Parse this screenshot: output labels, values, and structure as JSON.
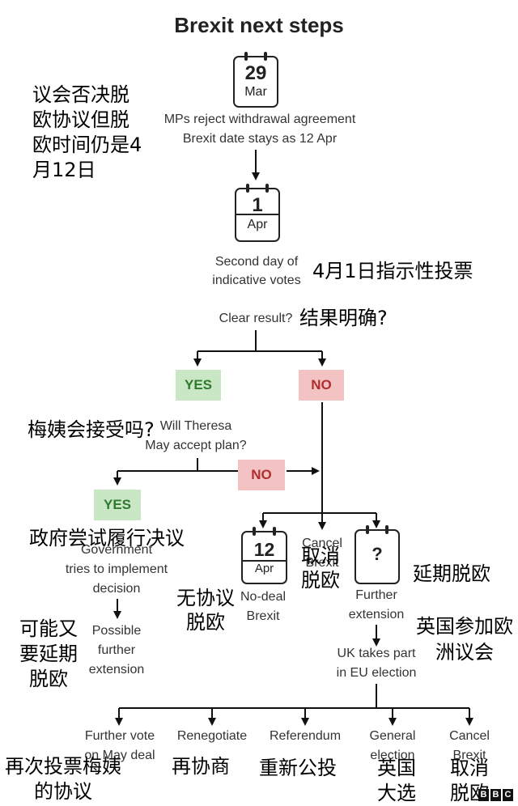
{
  "title": "Brexit next steps",
  "cal_mar29": {
    "day": "29",
    "month": "Mar"
  },
  "cal_apr1": {
    "day": "1",
    "month": "Apr"
  },
  "cal_apr12": {
    "day": "12",
    "month": "Apr"
  },
  "cal_unknown": {
    "day": "?"
  },
  "mar29_line1": "MPs reject withdrawal agreement",
  "mar29_line2": "Brexit date stays as 12 Apr",
  "apr1_line1": "Second day of",
  "apr1_line2": "indicative votes",
  "clear_result": "Clear result?",
  "yes1": "YES",
  "no1": "NO",
  "theresa_line1": "Will Theresa",
  "theresa_line2": "May accept plan?",
  "no2": "NO",
  "yes2": "YES",
  "gov_line1": "Government",
  "gov_line2": "tries to implement",
  "gov_line3": "decision",
  "possible_line1": "Possible",
  "possible_line2": "further",
  "possible_line3": "extension",
  "cancel_line1": "Cancel",
  "cancel_line2": "Brexit",
  "nodeal_line1": "No-deal",
  "nodeal_line2": "Brexit",
  "further_line1": "Further",
  "further_line2": "extension",
  "uk_line1": "UK takes part",
  "uk_line2": "in EU election",
  "bottom_options": [
    {
      "line1": "Further vote",
      "line2": "on May deal"
    },
    {
      "line1": "Renegotiate",
      "line2": ""
    },
    {
      "line1": "Referendum",
      "line2": ""
    },
    {
      "line1": "General",
      "line2": "election"
    },
    {
      "line1": "Cancel",
      "line2": "Brexit"
    }
  ],
  "zh": {
    "mps_reject": "议会否决脱欧协议但脱欧时间仍是4月12日",
    "indicative": "4月1日指示性投票",
    "clear_result": "结果明确?",
    "theresa": "梅姨会接受吗?",
    "government": "政府尝试履行决议",
    "cancel": "取消脱欧",
    "extend": "延期脱欧",
    "nodeal": "无协议脱欧",
    "possible_ext": "可能又要延期脱欧",
    "eu_election": "英国参加欧洲议会",
    "revote": "再次投票梅姨的协议",
    "renegotiate": "再协商",
    "referendum": "重新公投",
    "general_election": "英国大选",
    "cancel_bottom": "取消脱欧"
  },
  "logo": "BBC",
  "colors": {
    "yes_bg": "#c9e6c5",
    "yes_text": "#2f7a2f",
    "no_bg": "#f3c3c3",
    "no_text": "#b22e2e",
    "line": "#111111"
  }
}
